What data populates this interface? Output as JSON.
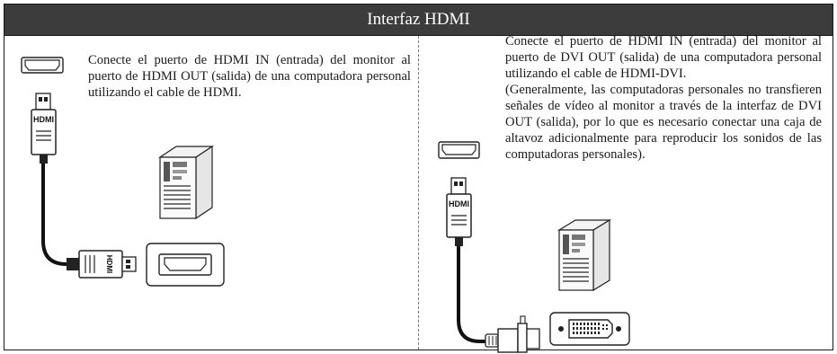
{
  "header": {
    "title": "Interfaz HDMI"
  },
  "left": {
    "text": "Conecte el puerto de HDMI IN (entrada) del monitor al puerto de HDMI OUT (salida) de una computadora personal utilizando el cable de HDMI.",
    "connector_label": "HDMI",
    "plug_label": "HDMI"
  },
  "right": {
    "text": "Conecte el puerto de HDMI IN (entrada) del monitor al puerto de DVI OUT (salida) de una computadora personal utilizando el cable de HDMI-DVI.",
    "note": "(Generalmente, las computadoras personales no transfieren señales de vídeo al monitor a través de la interfaz de DVI OUT (salida), por lo que es necesario conectar una caja de altavoz adicionalmente para reproducir los sonidos de las computadoras personales).",
    "connector_label": "HDMI"
  }
}
